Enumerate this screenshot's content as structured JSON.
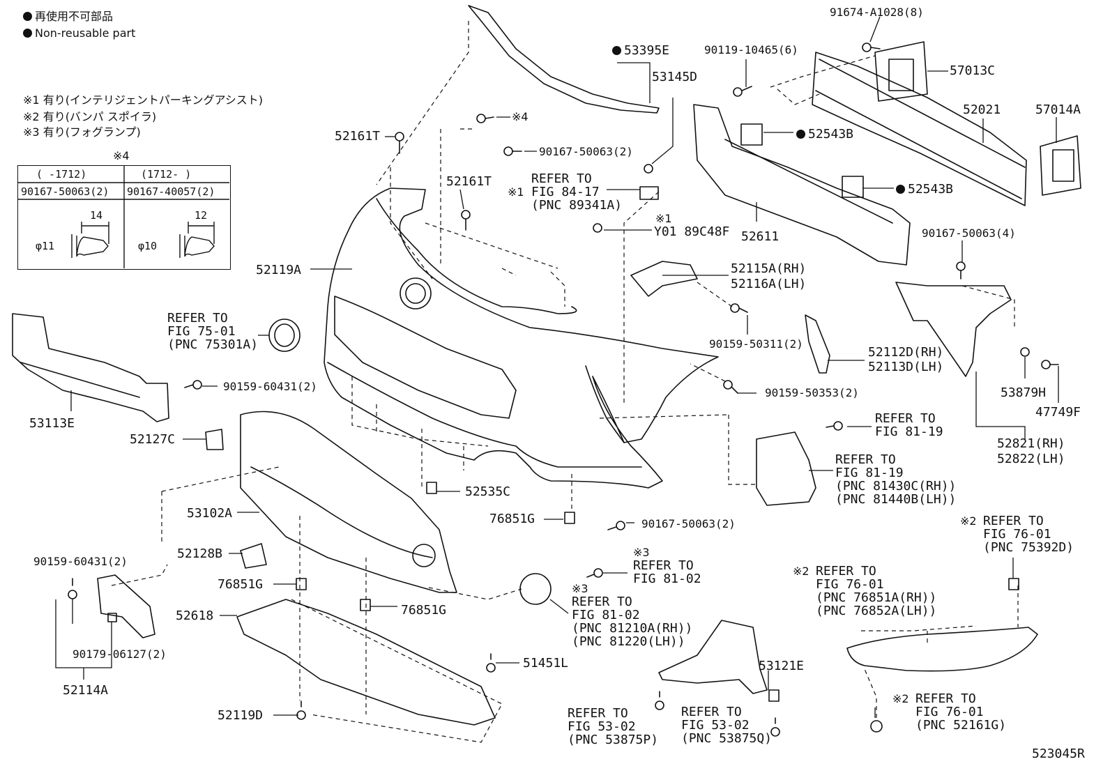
{
  "legend": {
    "jp": "再使用不可部品",
    "en": "Non-reusable part"
  },
  "notes": [
    {
      "mark": "※1",
      "text": "有り(インテリジェントパーキングアシスト)"
    },
    {
      "mark": "※2",
      "text": "有り(バンパ スポイラ)"
    },
    {
      "mark": "※3",
      "text": "有り(フォグランプ)"
    }
  ],
  "table": {
    "mark": "※4",
    "col1_head": "(   -1712)",
    "col2_head": "(1712-    )",
    "col1_part": "90167-50063(2)",
    "col2_part": "90167-40057(2)",
    "col1_len": "14",
    "col2_len": "12",
    "col1_dia": "φ11",
    "col2_dia": "φ10"
  },
  "parts": {
    "p53395e": "53395E",
    "p53145d": "53145D",
    "p91674": "91674-A1028(8)",
    "p90119": "90119-10465(6)",
    "p57013c": "57013C",
    "p52021": "52021",
    "p57014a": "57014A",
    "p52543b_1": "52543B",
    "p52543b_2": "52543B",
    "p52611": "52611",
    "p90167_4": "90167-50063(4)",
    "p52161t_1": "52161T",
    "p52161t_2": "52161T",
    "p90167_2a": "90167-50063(2)",
    "mark4": "※4",
    "p_y01": "Y01 89C48F",
    "mark1a": "※1",
    "mark1b": "※1",
    "p52119a": "52119A",
    "p52115a": "52115A(RH)",
    "p52116a": "52116A(LH)",
    "p90159_50311": "90159-50311(2)",
    "p52112d": "52112D(RH)",
    "p52113d": "52113D(LH)",
    "p90159_50353": "90159-50353(2)",
    "p53879h": "53879H",
    "p47749f": "47749F",
    "p52821": "52821(RH)",
    "p52822": "52822(LH)",
    "p53113e": "53113E",
    "p90159_60431a": "90159-60431(2)",
    "p52127c": "52127C",
    "p52535c": "52535C",
    "p53102a": "53102A",
    "p76851g_1": "76851G",
    "p90167_2b": "90167-50063(2)",
    "p52128b": "52128B",
    "p76851g_2": "76851G",
    "p76851g_3": "76851G",
    "p90159_60431b": "90159-60431(2)",
    "p52618": "52618",
    "p90179": "90179-06127(2)",
    "p52114a": "52114A",
    "p51451l": "51451L",
    "p52119d": "52119D",
    "p53121e": "53121E",
    "fig_code": "523045R"
  },
  "refs": {
    "r84_1": "REFER TO",
    "r84_2": "FIG 84-17",
    "r84_3": "(PNC 89341A)",
    "r75_1": "REFER TO",
    "r75_2": "FIG 75-01",
    "r75_3": "(PNC 75301A)",
    "r8119a_1": "REFER TO",
    "r8119a_2": "FIG 81-19",
    "r8119b_1": "REFER TO",
    "r8119b_2": "FIG 81-19",
    "r8119b_3": "(PNC 81430C(RH))",
    "r8119b_4": "(PNC 81440B(LH))",
    "r7601a_1": "REFER TO",
    "r7601a_2": "FIG 76-01",
    "r7601a_3": "(PNC 75392D)",
    "r7601b_1": "REFER TO",
    "r7601b_2": "FIG 76-01",
    "r7601b_3": "(PNC 76851A(RH))",
    "r7601b_4": "(PNC 76852A(LH))",
    "r8102a_1": "REFER TO",
    "r8102a_2": "FIG 81-02",
    "r8102b_1": "REFER TO",
    "r8102b_2": "FIG 81-02",
    "r8102b_3": "(PNC 81210A(RH))",
    "r8102b_4": "(PNC 81220(LH))",
    "r5302a_1": "REFER TO",
    "r5302a_2": "FIG 53-02",
    "r5302a_3": "(PNC 53875P)",
    "r5302b_1": "REFER TO",
    "r5302b_2": "FIG 53-02",
    "r5302b_3": "(PNC 53875Q)",
    "r7601c_1": "REFER TO",
    "r7601c_2": "FIG 76-01",
    "r7601c_3": "(PNC 52161G)",
    "m2a": "※2",
    "m2b": "※2",
    "m2c": "※2",
    "m3a": "※3",
    "m3b": "※3"
  }
}
